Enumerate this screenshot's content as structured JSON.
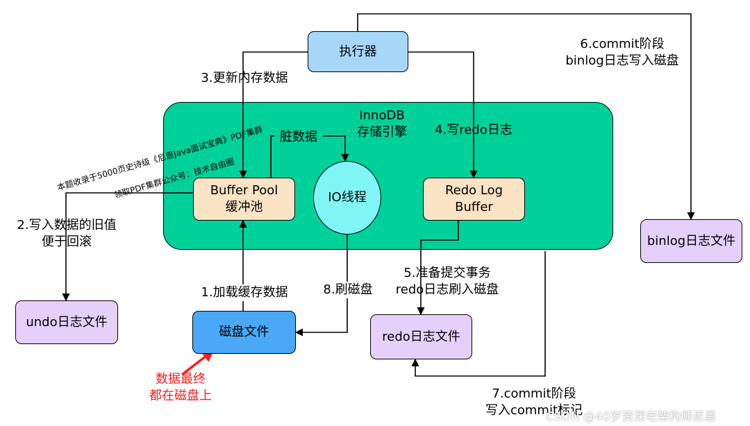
{
  "nodes": {
    "executor": "执行器",
    "innodb_line1": "InnoDB",
    "innodb_line2": "存储引擎",
    "buffer_pool_line1": "Buffer Pool",
    "buffer_pool_line2": "缓冲池",
    "io_thread": "IO线程",
    "redo_buffer_line1": "Redo Log",
    "redo_buffer_line2": "Buffer",
    "binlog_file": "binlog日志文件",
    "undo_file": "undo日志文件",
    "disk_file": "磁盘文件",
    "redo_file": "redo日志文件"
  },
  "steps": {
    "s1": "1.加载缓存数据",
    "s2_line1": "2.写入数据的旧值",
    "s2_line2": "便于回滚",
    "s3": "3.更新内存数据",
    "s4": "4.写redo日志",
    "s5_line1": "5.准备提交事务",
    "s5_line2": "redo日志刷入磁盘",
    "s6_line1": "6.commit阶段",
    "s6_line2": "binlog日志写入磁盘",
    "s7_line1": "7.commit阶段",
    "s7_line2": "写入commit标记",
    "s8": "8.刷磁盘",
    "dirty": "脏数据"
  },
  "note": {
    "line1": "数据最终",
    "line2": "都在磁盘上"
  },
  "watermark": {
    "line1": "本题收录于5000页史诗级《尼恩Java面试宝典》PDF集群",
    "line2": "领取PDF集群公众号：技术自由圈"
  },
  "credit": "CSDN @40岁资深老架构师尼恩",
  "colors": {
    "executor": "#a6d7f7",
    "innodb": "#00d19a",
    "buffer": "#fbe3c5",
    "io": "#80f5f5",
    "file": "#e4d0fb",
    "disk": "#4aa8f7",
    "note": "#ff1a1a"
  }
}
